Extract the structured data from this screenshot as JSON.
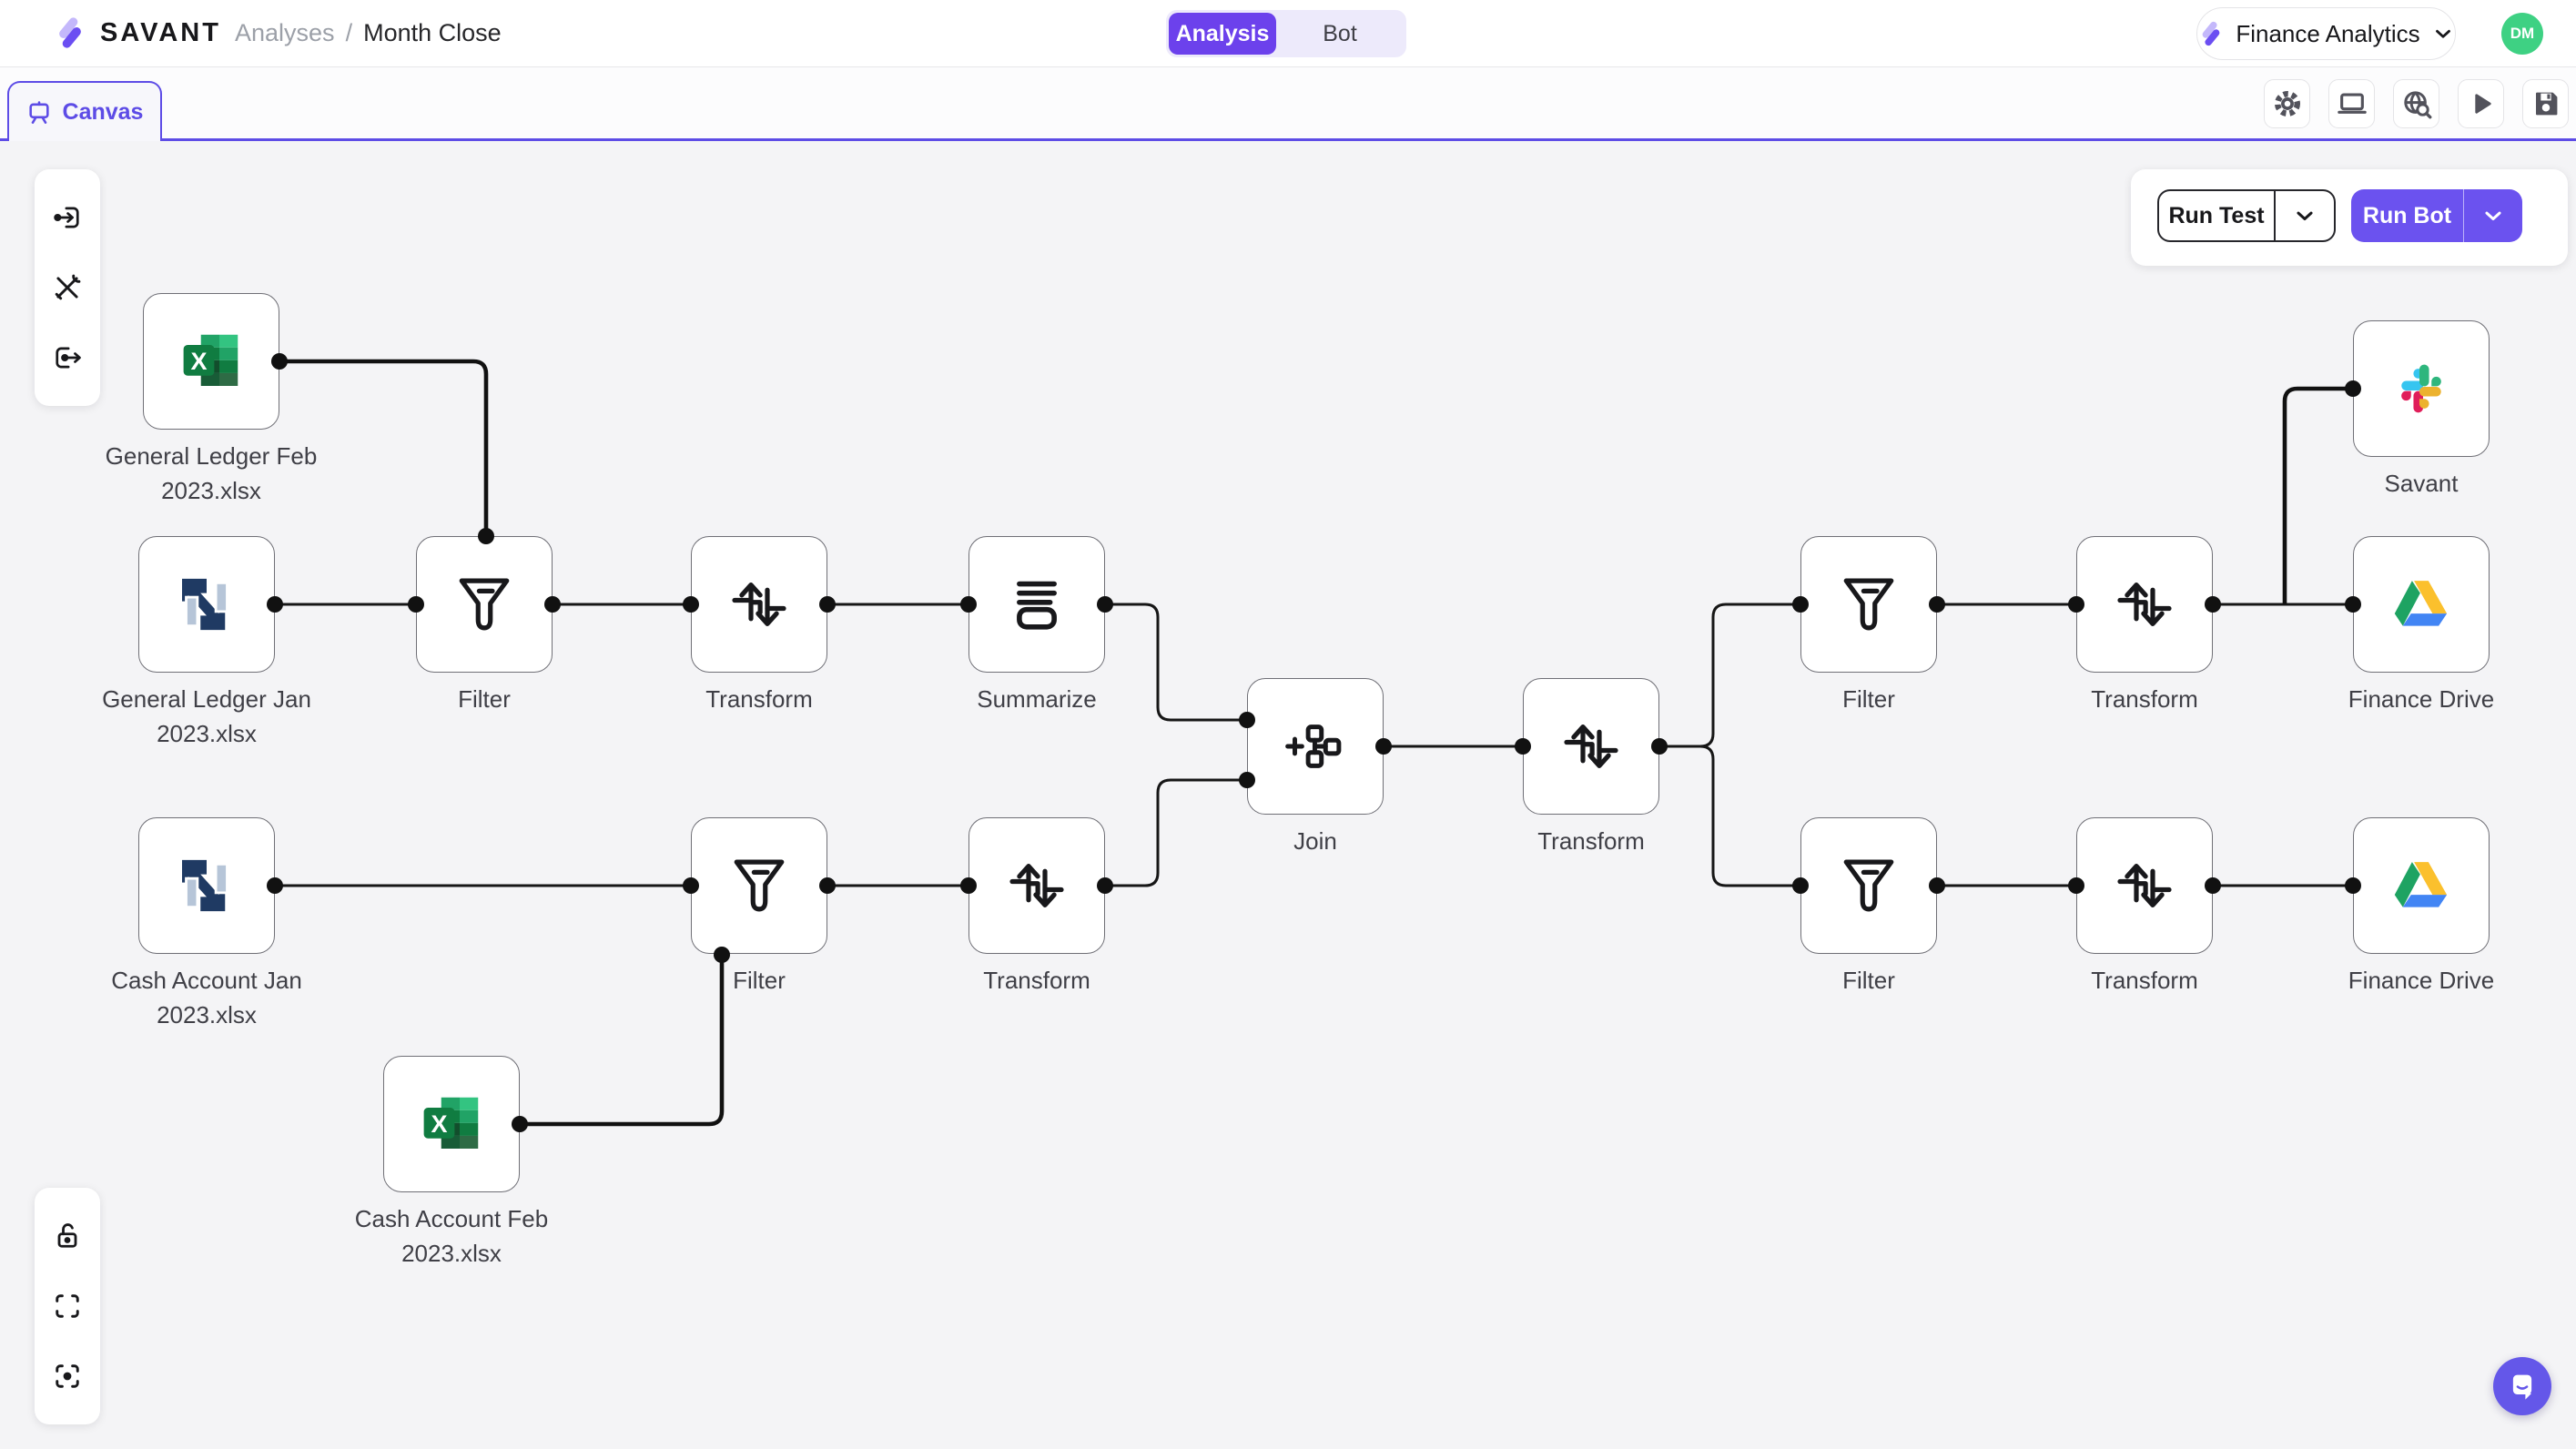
{
  "header": {
    "logo_text": "SAVANT",
    "breadcrumb": {
      "section": "Analyses",
      "separator": "/",
      "page": "Month Close"
    },
    "mode_toggle": {
      "options": [
        "Analysis",
        "Bot"
      ],
      "active": "Analysis"
    },
    "workspace": {
      "label": "Finance Analytics",
      "icon": "savant-bolt-icon",
      "chevron": "chevron-down-icon"
    },
    "avatar": {
      "initials": "DM",
      "color": "#3ed183"
    }
  },
  "tab_bar": {
    "tabs": [
      {
        "label": "Canvas",
        "icon": "easel-icon",
        "active": true
      }
    ],
    "toolbar_icons": [
      "settings-gear-icon",
      "laptop-icon",
      "web-search-icon",
      "play-icon",
      "save-icon"
    ]
  },
  "run_controls": {
    "run_test": {
      "label": "Run Test",
      "chevron": "chevron-down-icon"
    },
    "run_bot": {
      "label": "Run Bot",
      "chevron": "chevron-down-icon"
    }
  },
  "palette": {
    "icons": [
      "input-source-icon",
      "tools-icon",
      "output-destination-icon"
    ]
  },
  "canvas_controls": {
    "icons": [
      "unlock-icon",
      "fit-view-icon",
      "focus-center-icon"
    ]
  },
  "chat": {
    "icon": "intercom-messenger-icon"
  },
  "colors": {
    "brand_purple": "#6c41ec",
    "run_bot_purple": "#6b52ef",
    "tab_purple": "#5d4ce6",
    "avatar_green": "#3ed183",
    "canvas_bg": "#f4f4f6",
    "edge": "#161616"
  },
  "nodes": [
    {
      "id": "excel-gl-feb",
      "type": "excel-file",
      "label": "General Ledger Feb 2023.xlsx"
    },
    {
      "id": "netsuite-gl-jan",
      "type": "netsuite",
      "label": "General Ledger Jan 2023.xlsx"
    },
    {
      "id": "filter-top-left",
      "type": "filter",
      "label": "Filter"
    },
    {
      "id": "transform-top-left",
      "type": "transform",
      "label": "Transform"
    },
    {
      "id": "summarize",
      "type": "summarize",
      "label": "Summarize"
    },
    {
      "id": "join",
      "type": "join",
      "label": "Join"
    },
    {
      "id": "transform-center",
      "type": "transform",
      "label": "Transform"
    },
    {
      "id": "filter-top-right",
      "type": "filter",
      "label": "Filter"
    },
    {
      "id": "transform-top-right",
      "type": "transform",
      "label": "Transform"
    },
    {
      "id": "slack-savant",
      "type": "slack",
      "label": "Savant"
    },
    {
      "id": "gdrive-top",
      "type": "google-drive",
      "label": "Finance Drive"
    },
    {
      "id": "netsuite-cash-jan",
      "type": "netsuite",
      "label": "Cash Account Jan 2023.xlsx"
    },
    {
      "id": "filter-bottom-left",
      "type": "filter",
      "label": "Filter"
    },
    {
      "id": "transform-bottom-left",
      "type": "transform",
      "label": "Transform"
    },
    {
      "id": "filter-bottom-right",
      "type": "filter",
      "label": "Filter"
    },
    {
      "id": "transform-bottom-right",
      "type": "transform",
      "label": "Transform"
    },
    {
      "id": "gdrive-bottom",
      "type": "google-drive",
      "label": "Finance Drive"
    },
    {
      "id": "excel-cash-feb",
      "type": "excel-file",
      "label": "Cash Account Feb 2023.xlsx"
    }
  ],
  "edges": [
    {
      "from": "excel-gl-feb",
      "to": "filter-top-left"
    },
    {
      "from": "netsuite-gl-jan",
      "to": "filter-top-left"
    },
    {
      "from": "filter-top-left",
      "to": "transform-top-left"
    },
    {
      "from": "transform-top-left",
      "to": "summarize"
    },
    {
      "from": "summarize",
      "to": "join"
    },
    {
      "from": "netsuite-cash-jan",
      "to": "filter-bottom-left"
    },
    {
      "from": "excel-cash-feb",
      "to": "filter-bottom-left"
    },
    {
      "from": "filter-bottom-left",
      "to": "transform-bottom-left"
    },
    {
      "from": "transform-bottom-left",
      "to": "join"
    },
    {
      "from": "join",
      "to": "transform-center"
    },
    {
      "from": "transform-center",
      "to": "filter-top-right"
    },
    {
      "from": "transform-center",
      "to": "filter-bottom-right"
    },
    {
      "from": "filter-top-right",
      "to": "transform-top-right"
    },
    {
      "from": "transform-top-right",
      "to": "slack-savant"
    },
    {
      "from": "transform-top-right",
      "to": "gdrive-top"
    },
    {
      "from": "filter-bottom-right",
      "to": "transform-bottom-right"
    },
    {
      "from": "transform-bottom-right",
      "to": "gdrive-bottom"
    }
  ]
}
